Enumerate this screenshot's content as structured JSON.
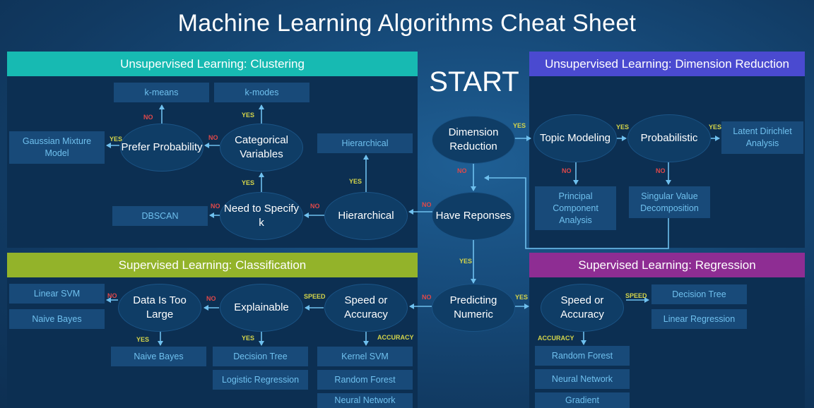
{
  "title": "Machine Learning Algorithms Cheat Sheet",
  "start": "START",
  "colors": {
    "clustering": "#17bab2",
    "dimension_reduction": "#4a4ad0",
    "classification": "#93b32a",
    "regression": "#8e2d93",
    "leaf_text": "#6fc0ee",
    "no": "#e0484a",
    "yes": "#d5d54a"
  },
  "panels": {
    "clustering": "Unsupervised Learning: Clustering",
    "dimension_reduction": "Unsupervised Learning: Dimension Reduction",
    "classification": "Supervised Learning: Classification",
    "regression": "Supervised Learning: Regression"
  },
  "nodes": {
    "dimension_reduction": "Dimension Reduction",
    "have_responses": "Have Reponses",
    "predicting_numeric": "Predicting Numeric",
    "topic_modeling": "Topic Modeling",
    "probabilistic": "Probabilistic",
    "hierarchical": "Hierarchical",
    "need_specify_k": "Need to Specify k",
    "categorical_variables": "Categorical Variables",
    "prefer_probability": "Prefer Probability",
    "speed_accuracy_class": "Speed or Accuracy",
    "explainable": "Explainable",
    "data_too_large": "Data Is Too Large",
    "speed_accuracy_reg": "Speed or Accuracy"
  },
  "leaves": {
    "kmeans": "k-means",
    "kmodes": "k-modes",
    "gmm": "Gaussian Mixture Model",
    "hierarchical": "Hierarchical",
    "dbscan": "DBSCAN",
    "lda": "Latent Dirichlet Analysis",
    "pca": "Principal Component Analysis",
    "svd": "Singular Value Decomposition",
    "linear_svm": "Linear SVM",
    "naive_bayes_1": "Naive Bayes",
    "naive_bayes_2": "Naive Bayes",
    "decision_tree_class": "Decision Tree",
    "logistic_regression": "Logistic Regression",
    "kernel_svm": "Kernel SVM",
    "random_forest_class": "Random Forest",
    "neural_network_class": "Neural Network",
    "decision_tree_reg": "Decision Tree",
    "linear_regression": "Linear Regression",
    "random_forest_reg": "Random Forest",
    "neural_network_reg": "Neural Network",
    "gradient": "Gradient"
  },
  "edge_labels": {
    "yes": "YES",
    "no": "NO",
    "speed": "SPEED",
    "accuracy": "ACCURACY"
  }
}
